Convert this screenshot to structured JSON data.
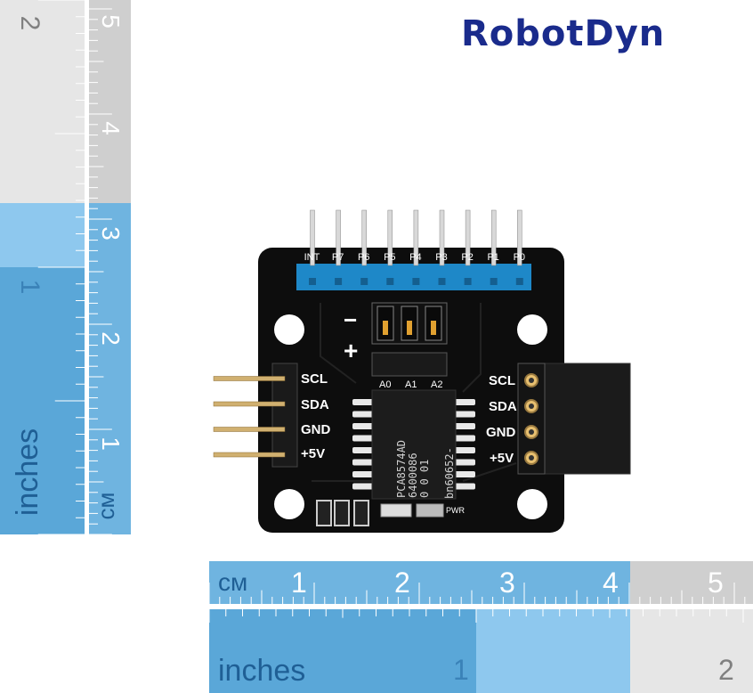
{
  "brand": {
    "logo_text": "RobotDyn",
    "color": "#1a2b8c"
  },
  "board": {
    "top_header_labels": [
      "INT",
      "P7",
      "P6",
      "P5",
      "P4",
      "P3",
      "P2",
      "P1",
      "P0"
    ],
    "jumper_labels": [
      "A0",
      "A1",
      "A2"
    ],
    "minus": "−",
    "plus": "+",
    "left_pins": [
      "SCL",
      "SDA",
      "GND",
      "+5V"
    ],
    "right_pins": [
      "SCL",
      "SDA",
      "GND",
      "+5V"
    ],
    "chip_text": [
      "PCA8574AD",
      "6400086",
      "0  0  01",
      "bn60652-"
    ],
    "pwr_label": "PWR",
    "pcb_color": "#0d0d0d",
    "header_color": "#1e88c8"
  },
  "ruler_left": {
    "inch_label": "inches",
    "inch_numbers": [
      "2",
      "1"
    ],
    "cm_label": "см",
    "cm_numbers": [
      "5",
      "4",
      "3",
      "2",
      "1"
    ]
  },
  "ruler_bottom": {
    "cm_label": "см",
    "cm_numbers": [
      "1",
      "2",
      "3",
      "4",
      "5"
    ],
    "inch_label": "inches",
    "inch_numbers": [
      "1",
      "2"
    ]
  }
}
